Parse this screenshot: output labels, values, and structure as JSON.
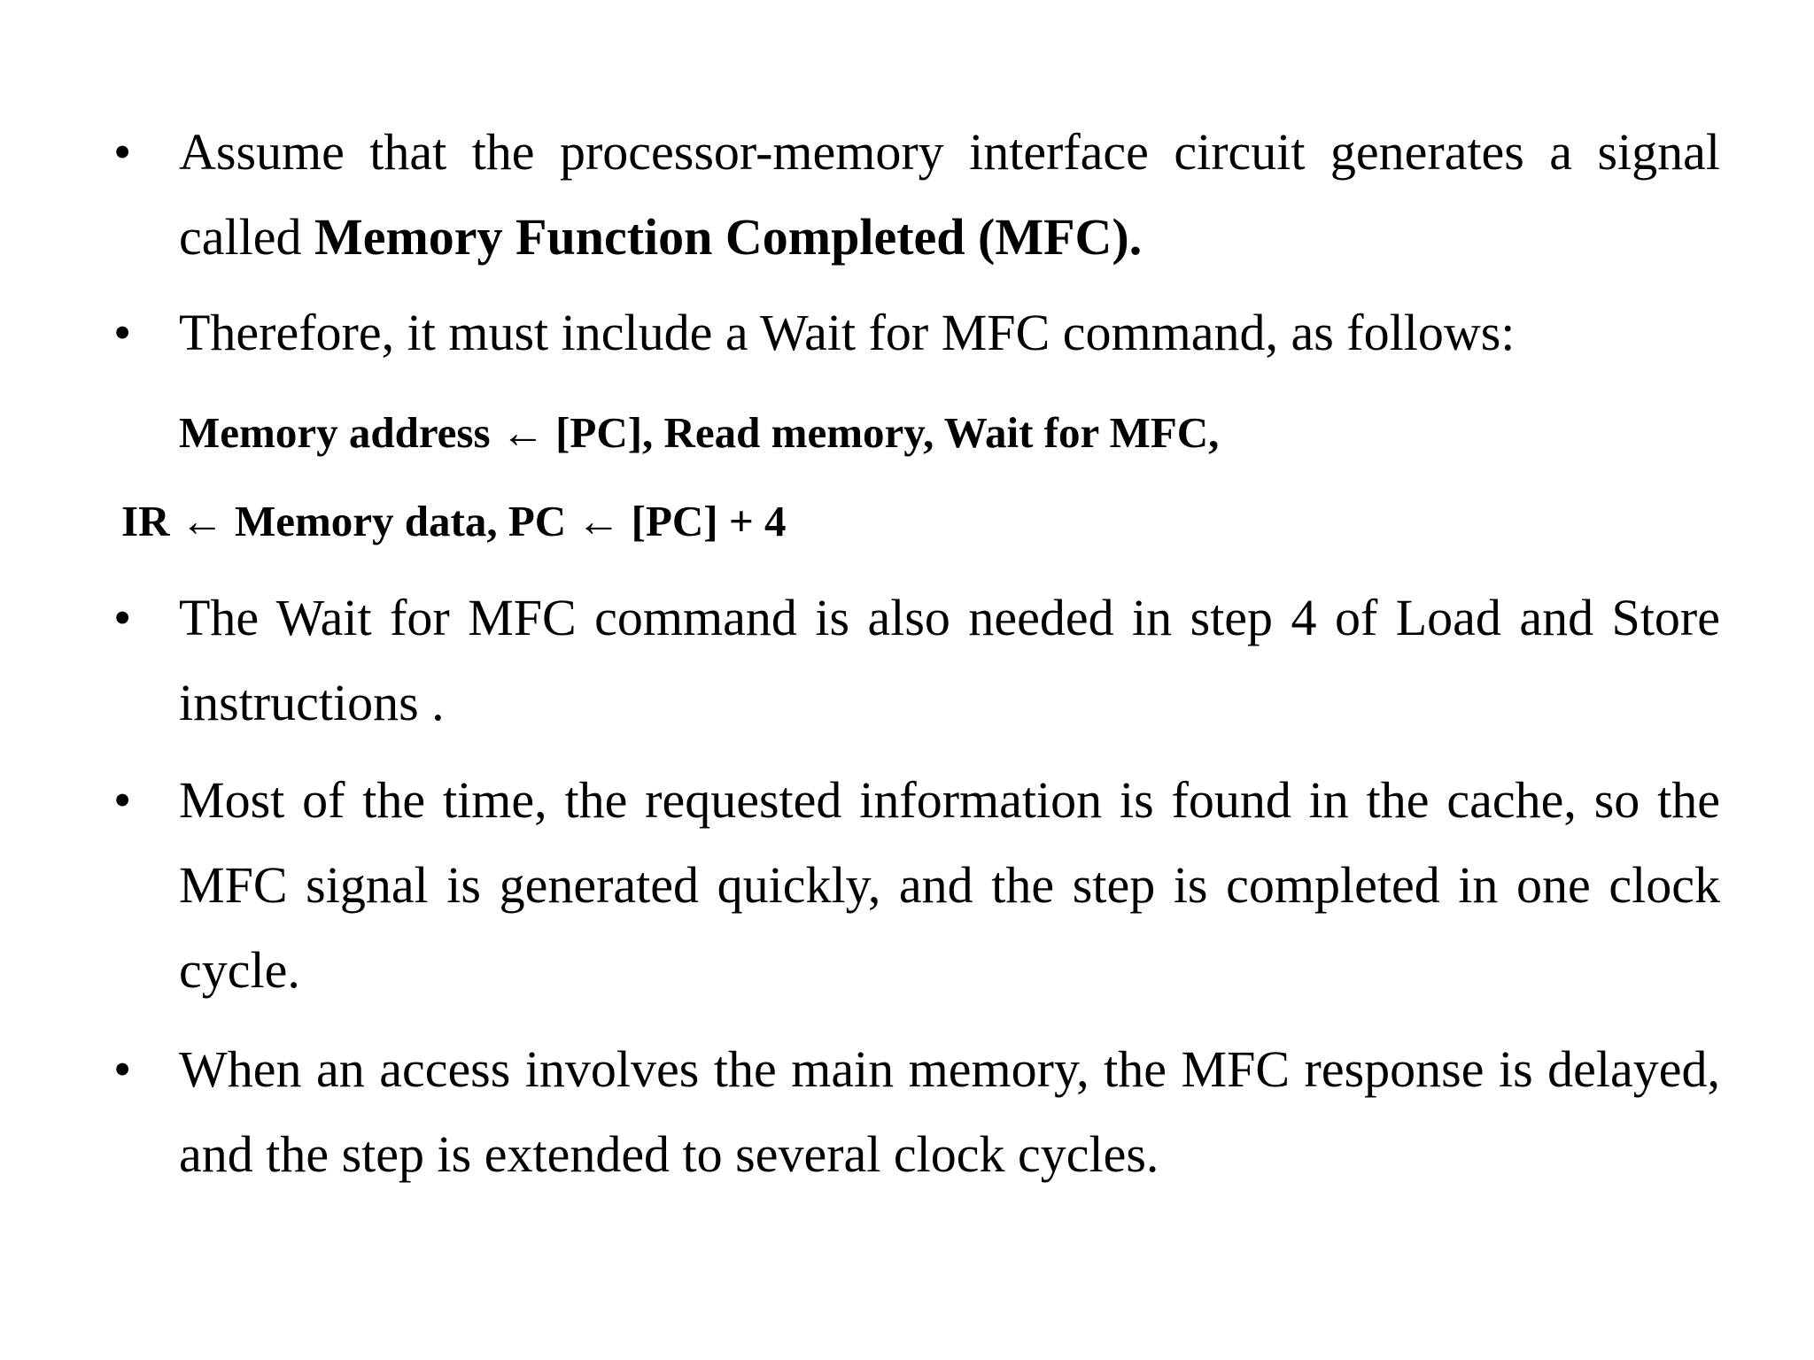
{
  "bullet_symbol": "•",
  "items": [
    {
      "text_plain": "Assume that the processor-memory interface circuit generates a signal called ",
      "text_bold": "Memory Function Completed (MFC)."
    },
    {
      "text_plain": "Therefore, it must include a Wait for MFC command, as follows:"
    },
    {
      "text_plain": "The Wait for MFC command is also needed in step 4 of Load and Store instructions ."
    },
    {
      "text_plain": "Most of the time, the requested information is found in the cache, so the MFC signal is generated quickly, and the step is completed in one clock cycle."
    },
    {
      "text_plain": "When an access involves the main memory, the MFC response is delayed, and the step is extended to several clock cycles."
    }
  ],
  "code_lines": [
    "Memory address ← [PC], Read memory, Wait for MFC,",
    "IR ← Memory data, PC ← [PC] + 4"
  ]
}
